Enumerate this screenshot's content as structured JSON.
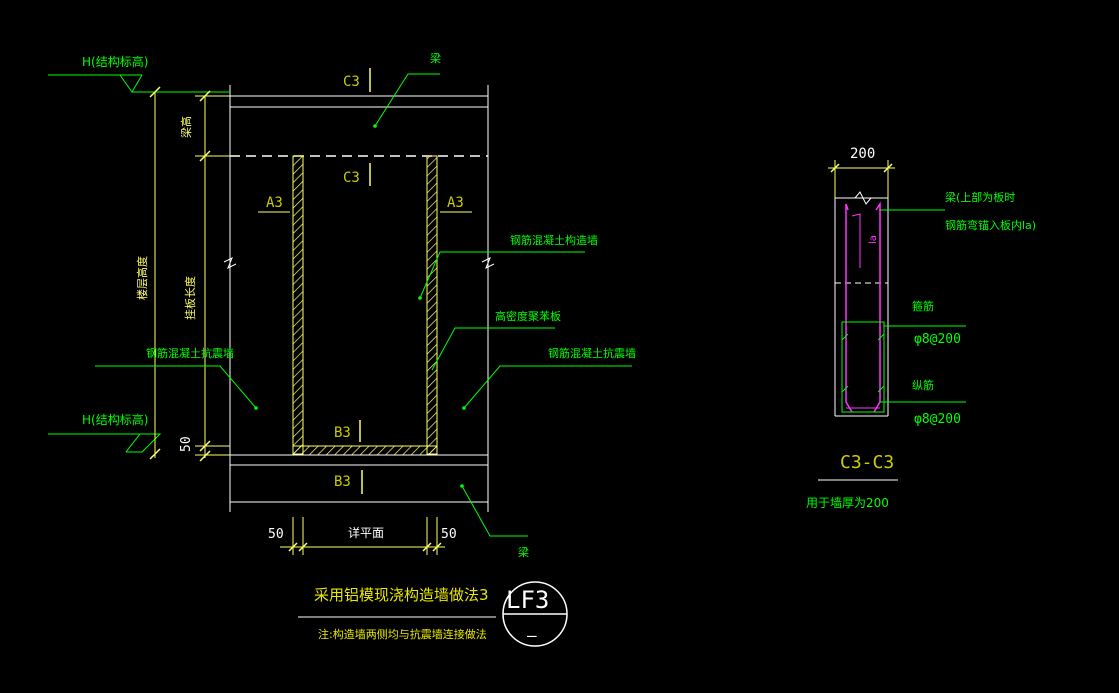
{
  "colors": {
    "background": "#000000",
    "primary_line": "#ffffff",
    "leader": "#00ff00",
    "dimension": "#ffff66",
    "section_text": "#cccc00",
    "rebar": "#ff33ff",
    "label_text": "#00ff00",
    "title_yellow": "#e8e800"
  },
  "main_view": {
    "beam_top": "梁",
    "beam_bottom": "梁",
    "section_top_outer": "C3",
    "section_top_inner": "C3",
    "section_left": "A3",
    "section_right": "A3",
    "section_bottom_inner": "B3",
    "section_bottom_outer": "B3",
    "elevation_top": "H(结构标高)",
    "elevation_bottom": "H(结构标高)",
    "dim_beam_height": "梁高",
    "dim_floor_height": "楼层高度",
    "dim_panel_length": "挂板长度",
    "dim_base": "50",
    "dim_left_gap": "50",
    "dim_right_gap": "50",
    "dim_middle": "详平面",
    "label_constructional_wall": "钢筋混凝土构造墙",
    "label_foam_board": "高密度聚苯板",
    "label_shear_wall_left": "钢筋混凝土抗震墙",
    "label_shear_wall_right": "钢筋混凝土抗震墙"
  },
  "section_view": {
    "width_dim": "200",
    "note_beam": "梁(上部为板时",
    "note_anchor": "钢筋弯锚入板内la)",
    "anchor_label": "la",
    "stirrup_label": "箍筋",
    "stirrup_spec": "φ8@200",
    "long_bar_label": "纵筋",
    "long_bar_spec": "φ8@200",
    "section_title": "C3-C3",
    "usage_note": "用于墙厚为200"
  },
  "title_block": {
    "title": "采用铝模现浇构造墙做法3",
    "note": "注:构造墙两侧均与抗震墙连接做法",
    "detail_number": "LF3",
    "sheet_number": "–"
  }
}
